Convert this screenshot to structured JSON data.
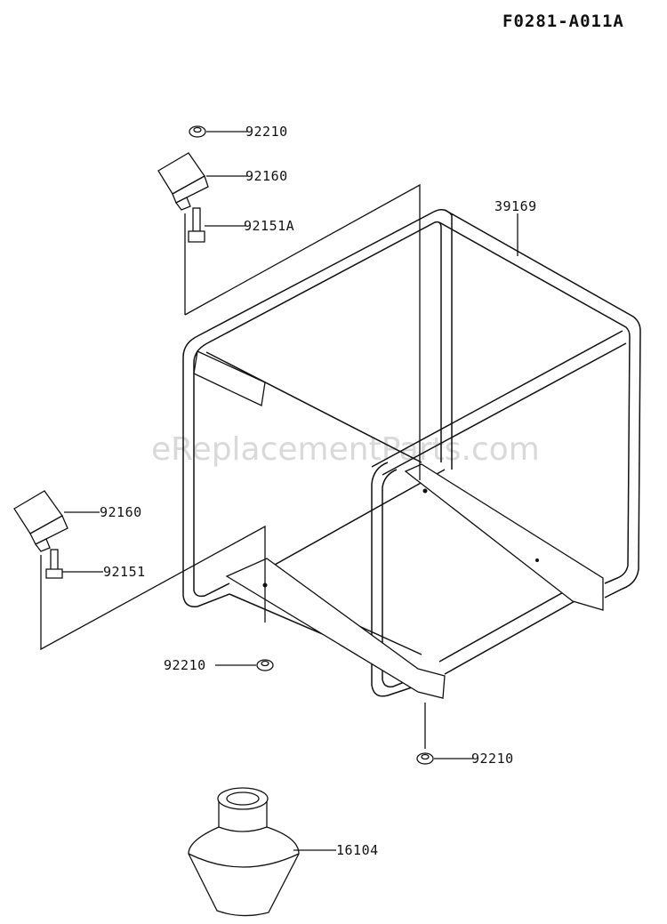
{
  "diagram_code": "F0281-A011A",
  "watermark": "eReplacementParts.com",
  "parts": {
    "nut_top": "92210",
    "bracket_top": "92160",
    "bolt_top": "92151A",
    "frame": "39169",
    "bracket_left": "92160",
    "bolt_left": "92151",
    "nut_mid": "92210",
    "nut_bottom": "92210",
    "cone": "16104"
  }
}
